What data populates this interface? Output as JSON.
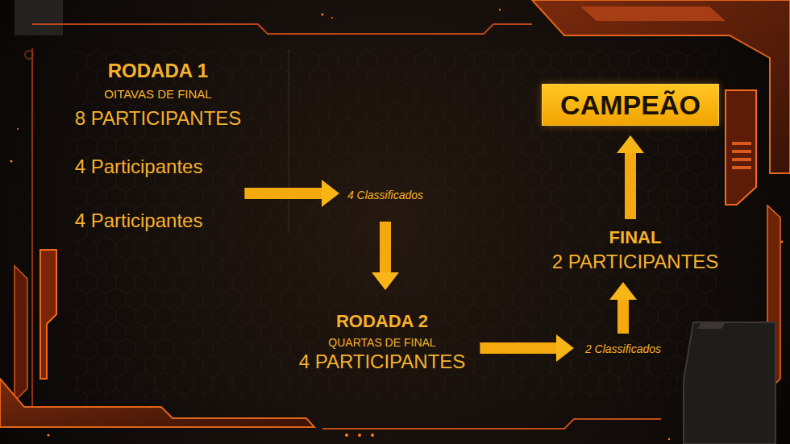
{
  "diagram": {
    "nodes": [
      {
        "text": [
          "RODADA 1",
          "OITAVAS DE FINAL",
          "8 PARTICIPANTES"
        ]
      },
      {
        "text": [
          "4 Participantes"
        ],
        "in": 0
      },
      {
        "text": [
          "4 Participantes"
        ],
        "in": 0
      },
      {
        "text": [
          "4 Classificados"
        ]
      },
      {
        "text": [
          "RODADA 2",
          "QUARTAS DE FINAL",
          "4 PARTICIPANTES"
        ]
      },
      {
        "text": [
          "2 Classificados"
        ]
      },
      {
        "text": [
          "FINAL",
          "2 PARTICIPANTES"
        ]
      },
      {
        "text": [
          "CAMPEÃO"
        ]
      }
    ],
    "edges": [
      {
        "from": 0,
        "to": 3,
        "arrow": "to"
      },
      {
        "from": 3,
        "to": 4,
        "arrow": "to"
      },
      {
        "from": 4,
        "to": 5,
        "arrow": "to"
      },
      {
        "from": 5,
        "to": 6,
        "arrow": "to"
      },
      {
        "from": 6,
        "to": 7,
        "arrow": "to"
      }
    ]
  }
}
